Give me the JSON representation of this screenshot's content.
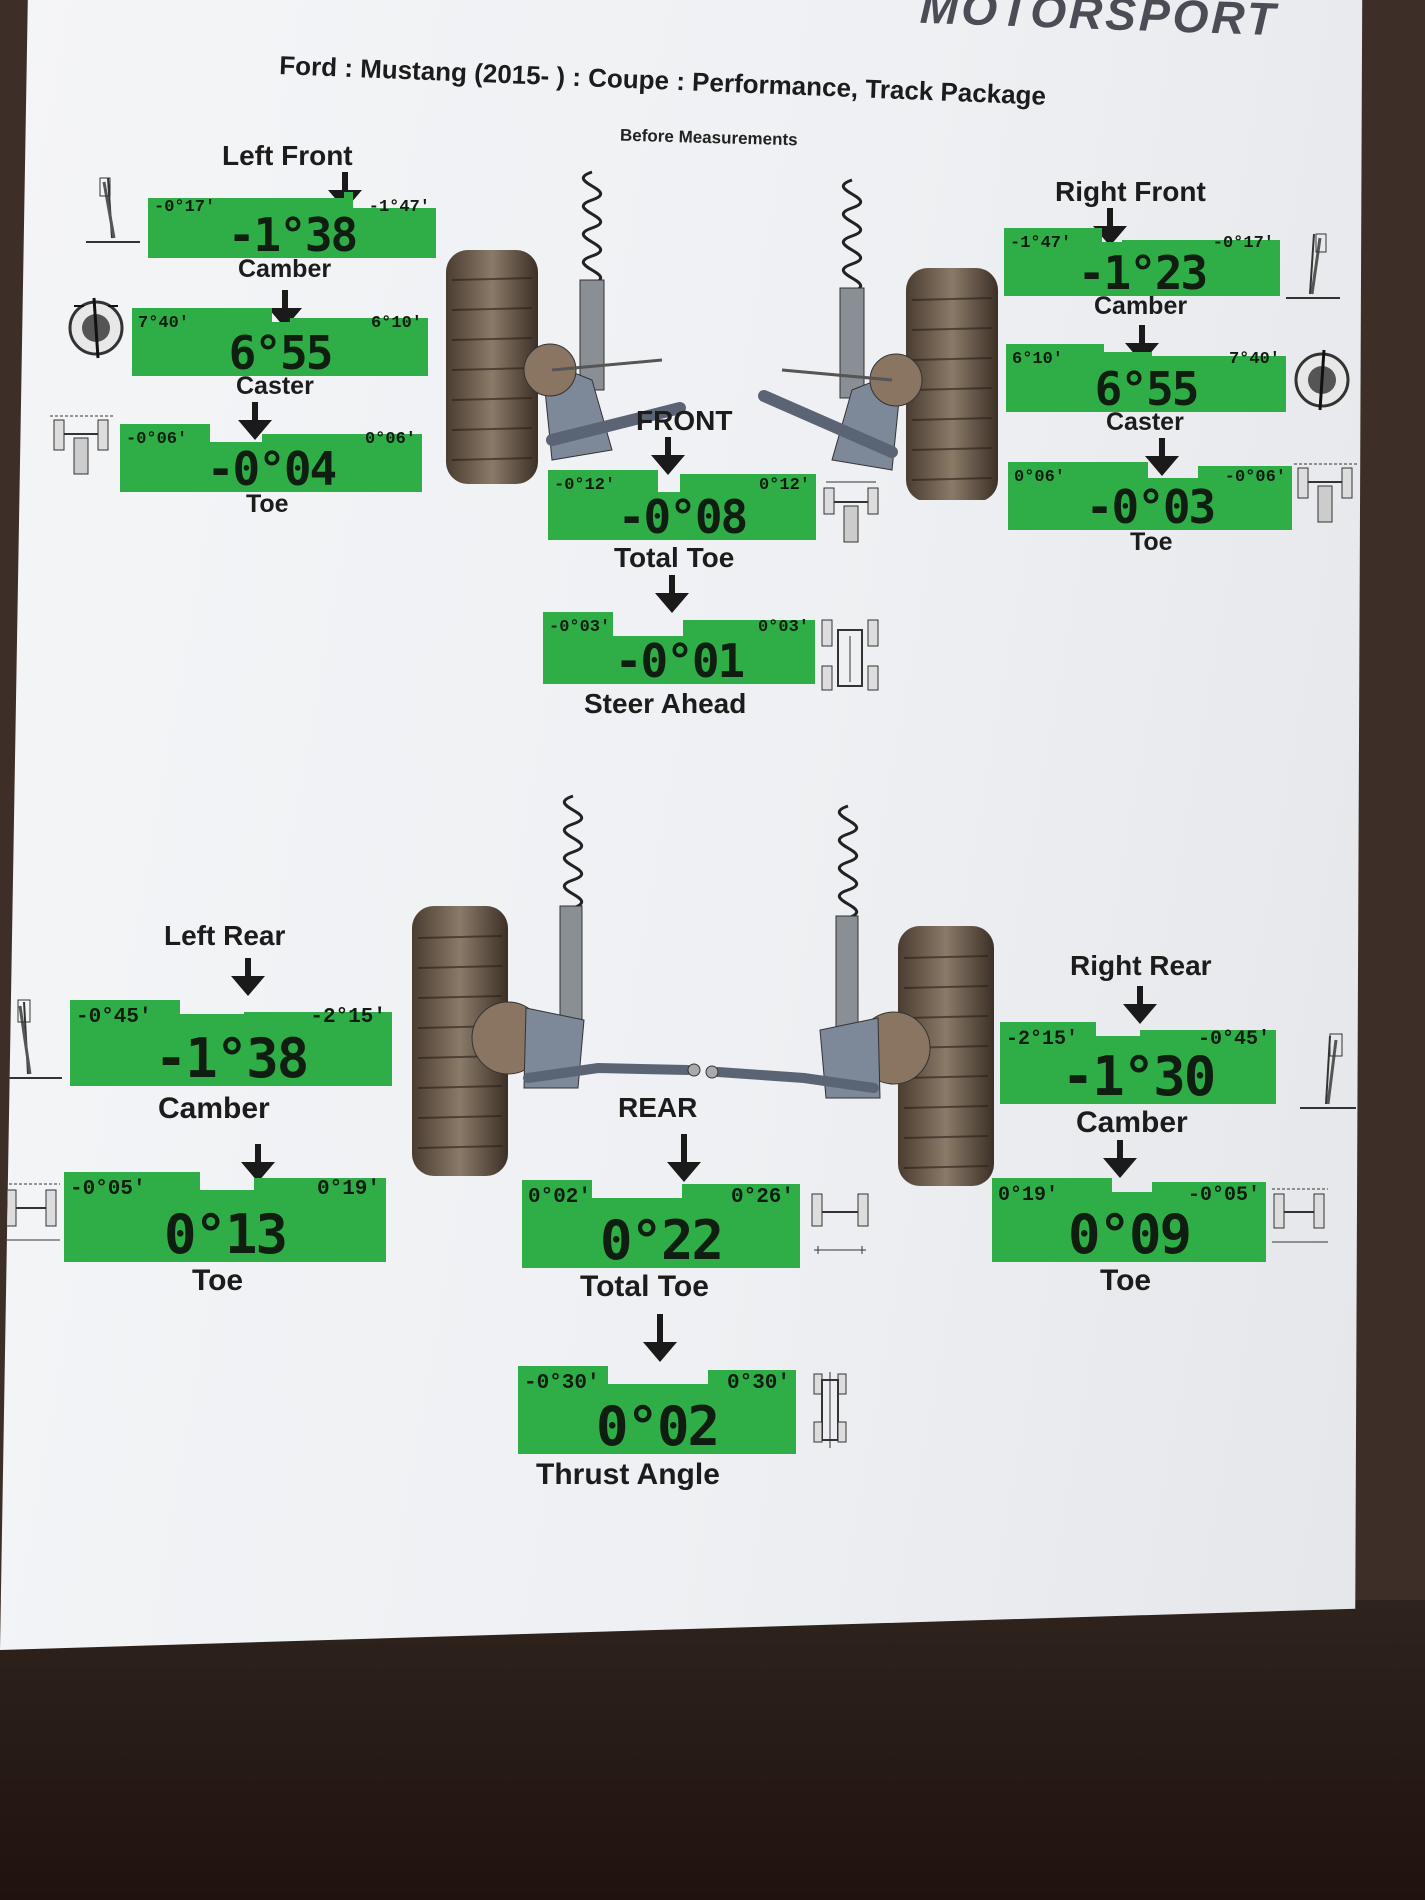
{
  "header": {
    "brand": "MOTORSPORT",
    "vehicle": "Ford : Mustang (2015-  ) : Coupe : Performance, Track Package",
    "report_type": "Before Measurements"
  },
  "front": {
    "section_label": "FRONT",
    "left": {
      "title": "Left Front",
      "camber": {
        "label": "Camber",
        "min": "-0°17'",
        "max": "-1°47'",
        "value": "-1°38"
      },
      "caster": {
        "label": "Caster",
        "min": "7°40'",
        "max": "6°10'",
        "value": "6°55"
      },
      "toe": {
        "label": "Toe",
        "min": "-0°06'",
        "max": "0°06'",
        "value": "-0°04"
      }
    },
    "right": {
      "title": "Right Front",
      "camber": {
        "label": "Camber",
        "min": "-1°47'",
        "max": "-0°17'",
        "value": "-1°23"
      },
      "caster": {
        "label": "Caster",
        "min": "6°10'",
        "max": "7°40'",
        "value": "6°55"
      },
      "toe": {
        "label": "Toe",
        "min": "0°06'",
        "max": "-0°06'",
        "value": "-0°03"
      }
    },
    "total_toe": {
      "label": "Total Toe",
      "min": "-0°12'",
      "max": "0°12'",
      "value": "-0°08"
    },
    "steer_ahead": {
      "label": "Steer Ahead",
      "min": "-0°03'",
      "max": "0°03'",
      "value": "-0°01"
    }
  },
  "rear": {
    "section_label": "REAR",
    "left": {
      "title": "Left Rear",
      "camber": {
        "label": "Camber",
        "min": "-0°45'",
        "max": "-2°15'",
        "value": "-1°38"
      },
      "toe": {
        "label": "Toe",
        "min": "-0°05'",
        "max": "0°19'",
        "value": "0°13"
      }
    },
    "right": {
      "title": "Right Rear",
      "camber": {
        "label": "Camber",
        "min": "-2°15'",
        "max": "-0°45'",
        "value": "-1°30"
      },
      "toe": {
        "label": "Toe",
        "min": "0°19'",
        "max": "-0°05'",
        "value": "0°09"
      }
    },
    "total_toe": {
      "label": "Total Toe",
      "min": "0°02'",
      "max": "0°26'",
      "value": "0°22"
    },
    "thrust_angle": {
      "label": "Thrust Angle",
      "min": "-0°30'",
      "max": "0°30'",
      "value": "0°02"
    }
  },
  "icons": {
    "camber": "camber-icon",
    "caster": "caster-icon",
    "toe": "toe-icon",
    "total_toe": "total-toe-icon",
    "steer_ahead": "steer-ahead-icon",
    "thrust_angle": "thrust-angle-icon"
  },
  "colors": {
    "in_spec": "#2fae48",
    "text": "#1c1c1c"
  }
}
